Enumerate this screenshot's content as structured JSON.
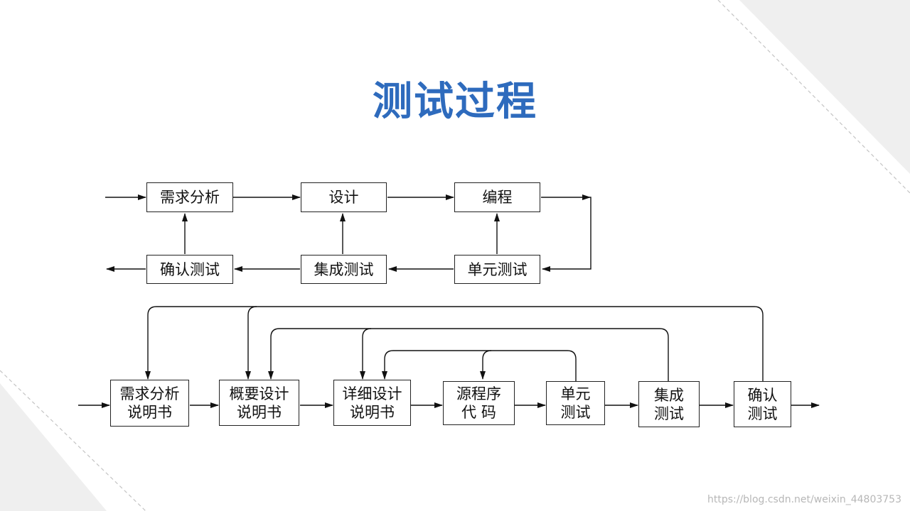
{
  "title": "测试过程",
  "top_flow": {
    "requirements": "需求分析",
    "design": "设计",
    "coding": "编程",
    "acceptance_test": "确认测试",
    "integration_test": "集成测试",
    "unit_test": "单元测试"
  },
  "bottom_flow": {
    "req_spec": [
      "需求分析",
      "说明书"
    ],
    "overview_spec": [
      "概要设计",
      "说明书"
    ],
    "detail_spec": [
      "详细设计",
      "说明书"
    ],
    "source_code": [
      "源程序",
      "代 码"
    ],
    "unit_test": [
      "单元",
      "测试"
    ],
    "integration_test": [
      "集成",
      "测试"
    ],
    "acceptance_test": [
      "确认",
      "测试"
    ]
  },
  "watermark": "https://blog.csdn.net/weixin_44803753"
}
